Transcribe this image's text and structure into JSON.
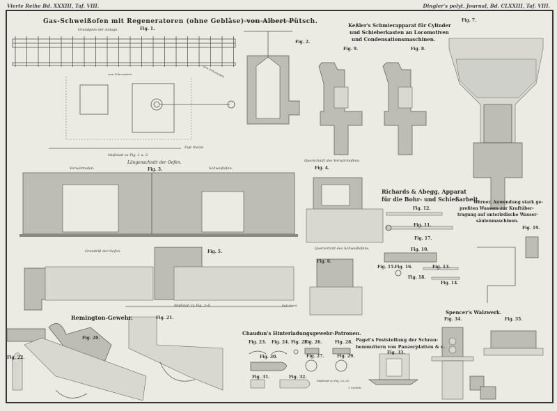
{
  "header": {
    "left": "Vierte Reihe Bd. XXXIII, Taf. VIII.",
    "right": "Dingler's polyt. Journal, Bd. CLXXIII, Taf. VIII."
  },
  "sections": {
    "gas_furnace": {
      "title": "Gas-Schweißofen mit Regeneratoren (ohne Gebläse) von Albert Pütsch.",
      "subtitle": "Grundplan der Anlage.",
      "fig1": "Fig. 1.",
      "fig2": "Fig. 2.",
      "section_generator": "Schnitt durch den Generator.",
      "to_chimney_1": "zum Schornstein",
      "to_chimney_2": "zum Schornstein",
      "scale_1": "Maßstab zu Fig. 1 u. 2.",
      "scale_unit_1": "Fuß rheinl.",
      "long_section": "Längenschnitt der Oefen.",
      "fig3": "Fig. 3.",
      "preheat": "Vorwärmofen.",
      "weld": "Schweißofen.",
      "cross_preheat": "Querschnitt des Vorwärmofens.",
      "fig4": "Fig. 4.",
      "cross_weld": "Querschnitt des Schweißofens.",
      "fig6": "Fig. 6.",
      "plan": "Grundriß der Oefen.",
      "fig5": "Fig. 5.",
      "scale_2": "Maßstab zu Fig. 3–6.",
      "scale_unit_2": "Fuß rheinl."
    },
    "kessler": {
      "title_line1": "Keßler's Schmierapparat für Cylinder",
      "title_line2": "und Schieberkasten an Locomotiven",
      "title_line3": "und Condensationsmaschinen.",
      "fig7": "Fig. 7.",
      "fig8": "Fig. 8.",
      "fig9": "Fig. 9."
    },
    "richards": {
      "title_line1": "Richards & Abegg, Apparat",
      "title_line2": "für die Bohr- und Schießarbeit.",
      "figs": [
        "Fig. 10.",
        "Fig. 11.",
        "Fig. 12.",
        "Fig. 13.",
        "Fig. 14.",
        "Fig. 15.",
        "Fig. 16.",
        "Fig. 17.",
        "Fig. 18."
      ]
    },
    "werner": {
      "title_line1": "Werner, Anwendung stark ge-",
      "title_line2": "preßten Wassers zur Kraftüber-",
      "title_line3": "tragung auf unterirdische Wasser-",
      "title_line4": "säulenmaschinen.",
      "fig19": "Fig. 19."
    },
    "remington": {
      "title": "Remington-Gewehr.",
      "fig20": "Fig. 20.",
      "fig21": "Fig. 21.",
      "fig22": "Fig. 22."
    },
    "chaudun": {
      "title": "Chaudun's Hinterladungsgewehr-Patronen.",
      "figs": [
        "Fig. 23.",
        "Fig. 24.",
        "Fig. 25.",
        "Fig. 26.",
        "Fig. 27.",
        "Fig. 28.",
        "Fig. 29.",
        "Fig. 30.",
        "Fig. 31.",
        "Fig. 32."
      ],
      "scale": "Maßstab zu Fig. 23–32.",
      "scale_unit": "1 Centim."
    },
    "paget": {
      "title_line1": "Paget's Feststellung der Schrau-",
      "title_line2": "benmuttern von Panzerplatten & c.",
      "fig33": "Fig. 33."
    },
    "spencer": {
      "title": "Spencer's Walzwerk.",
      "fig34": "Fig. 34.",
      "fig35": "Fig. 35."
    }
  }
}
